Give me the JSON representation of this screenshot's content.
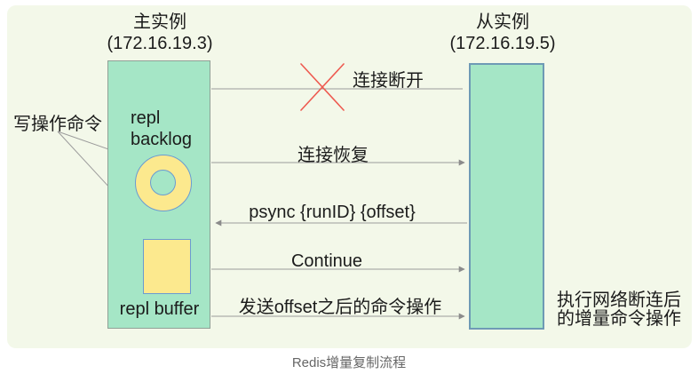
{
  "caption": "Redis增量复制流程",
  "master": {
    "title": "主实例",
    "ip": "(172.16.19.3)",
    "backlog_label": "repl\nbacklog",
    "buffer_label": "repl buffer"
  },
  "slave": {
    "title": "从实例",
    "ip": "(172.16.19.5)"
  },
  "notes": {
    "left": "写操作命令",
    "right": "执行网络断连后\n的增量命令操作"
  },
  "messages": [
    {
      "label": "连接断开",
      "direction": "none",
      "status": "broken"
    },
    {
      "label": "连接恢复",
      "direction": "master-to-slave"
    },
    {
      "label": "psync {runID} {offset}",
      "direction": "slave-to-master"
    },
    {
      "label": "Continue",
      "direction": "master-to-slave"
    },
    {
      "label": "发送offset之后的命令操作",
      "direction": "master-to-slave"
    }
  ],
  "colors": {
    "page_bg": "#ffffff",
    "panel_bg": "#f3f8e9",
    "instance_fill": "#a5e6c6",
    "master_border": "#90a096",
    "slave_border": "#6e9ab5",
    "shape_fill": "#fce98e",
    "shape_border": "#6b9bd2",
    "line": "#999999",
    "broken_x": "#ee5a50",
    "text": "#1b1b1b",
    "caption": "#666666"
  }
}
